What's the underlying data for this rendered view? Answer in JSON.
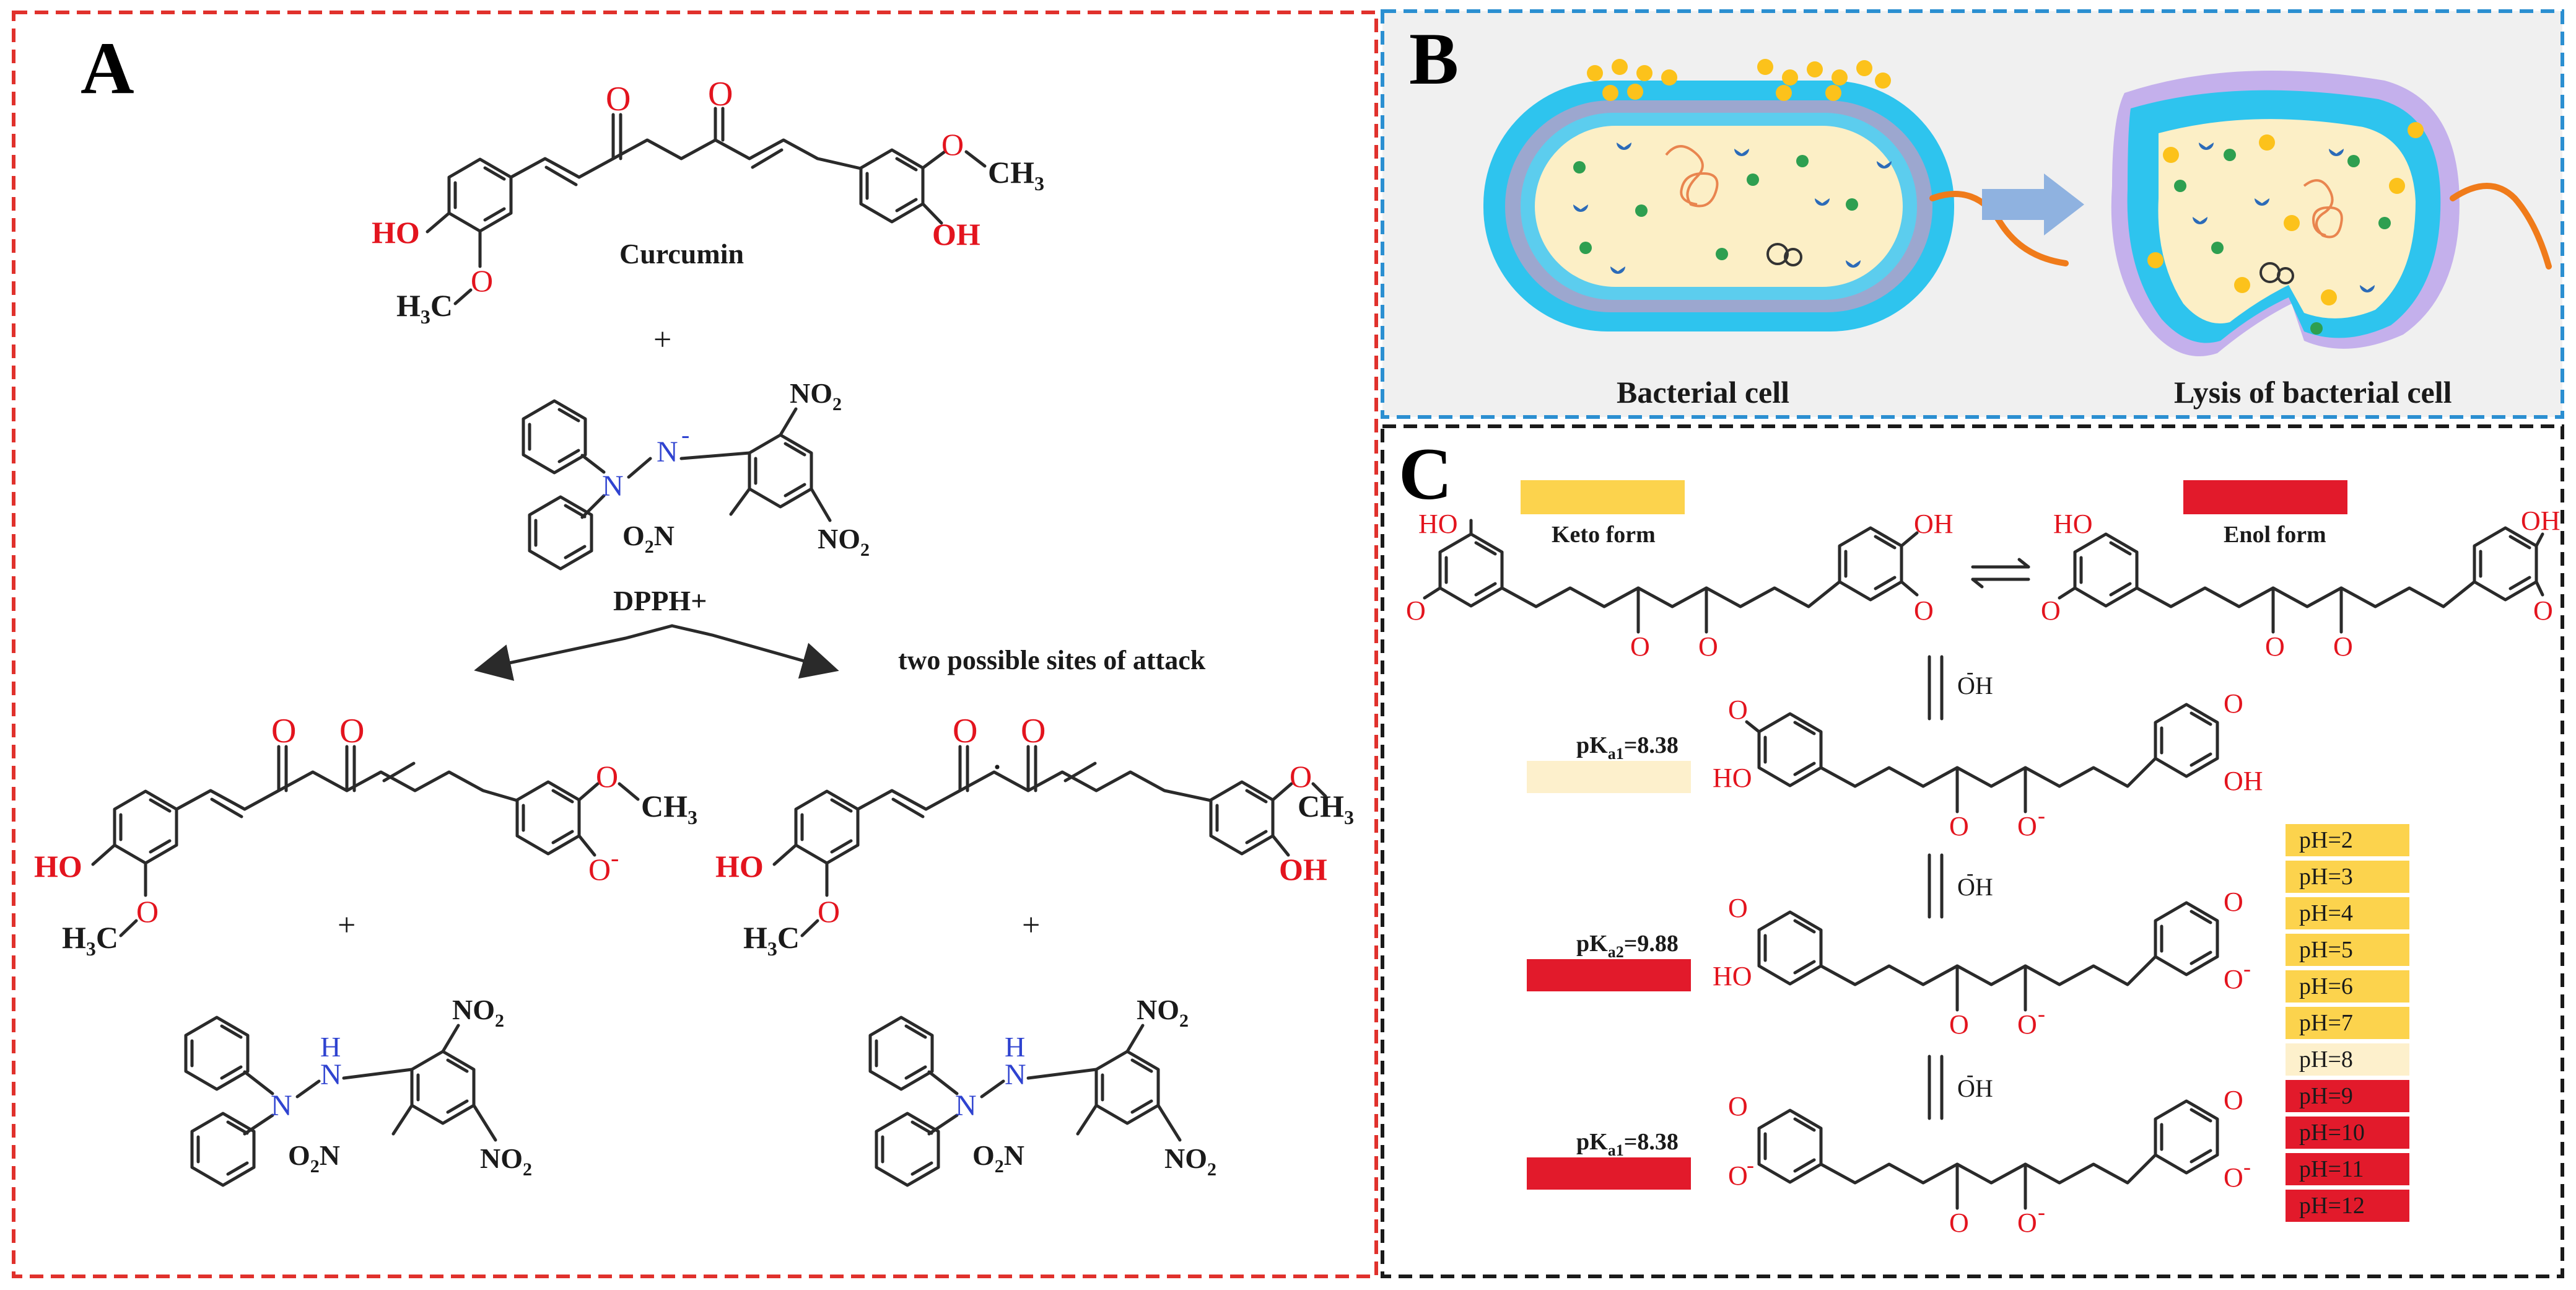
{
  "panel_a": {
    "letter": "A",
    "curcumin": {
      "name": "Curcumin",
      "carbonyl_1": "O",
      "carbonyl_2": "O",
      "hydroxyl_left": "HO",
      "hydroxyl_right": "OH",
      "methoxy_left_h": "H",
      "methoxy_left_sub": "3",
      "methoxy_left_c": "C",
      "methoxy_left_o": "O",
      "methoxy_right_o": "O",
      "methoxy_right_ch": "CH",
      "methoxy_right_sub": "3"
    },
    "plus_1": "+",
    "dpph": {
      "name": "DPPH+",
      "n1": "N",
      "n2": "N",
      "n2_charge": "-",
      "no2_top": "NO",
      "no2_top_sub": "2",
      "no2_left_o": "O",
      "no2_left_sub": "2",
      "no2_left_n": "N",
      "no2_right": "NO",
      "no2_right_sub": "2"
    },
    "attack_label": "two possible sites of attack",
    "product_left": {
      "carbonyl_1": "O",
      "carbonyl_2": "O",
      "hydroxyl": "HO",
      "phenoxide": "O",
      "phenoxide_charge": "-",
      "methoxy_left_h": "H",
      "methoxy_left_sub": "3",
      "methoxy_left_c": "C",
      "methoxy_left_o": "O",
      "methoxy_right_o": "O",
      "methoxy_right_ch": "CH",
      "methoxy_right_sub": "3"
    },
    "product_right": {
      "carbonyl_1": "O",
      "carbonyl_2": "O",
      "radical_dot": "·",
      "hydroxyl_left": "HO",
      "hydroxyl_right": "OH",
      "methoxy_left_h": "H",
      "methoxy_left_sub": "3",
      "methoxy_left_c": "C",
      "methoxy_left_o": "O",
      "methoxy_right_o": "O",
      "methoxy_right_ch": "CH",
      "methoxy_right_sub": "3"
    },
    "plus_2": "+",
    "plus_3": "+",
    "dpph_h": {
      "n1": "N",
      "nh_h": "H",
      "nh_n": "N",
      "no2_top": "NO",
      "no2_top_sub": "2",
      "no2_left_o": "O",
      "no2_left_sub": "2",
      "no2_left_n": "N",
      "no2_right": "NO",
      "no2_right_sub": "2"
    }
  },
  "panel_b": {
    "letter": "B",
    "label_left": "Bacterial cell",
    "label_right": "Lysis of bacterial cell"
  },
  "panel_c": {
    "letter": "C",
    "keto_label": "Keto form",
    "enol_label": "Enol form",
    "oh_1": "OH",
    "oh_2": "OH",
    "oh_3": "OH",
    "pka_1_pre": "pK",
    "pka_1_sub": "a1",
    "pka_1_val": "=8.38",
    "pka_2_pre": "pK",
    "pka_2_sub": "a2",
    "pka_2_val": "=9.88",
    "pka_3_pre": "pK",
    "pka_3_sub": "a1",
    "pka_3_val": "=8.38",
    "o": "O",
    "ho": "HO",
    "oh": "OH",
    "minus": "-",
    "ph_scale": [
      {
        "label": "pH=2",
        "color": "#fcd34d"
      },
      {
        "label": "pH=3",
        "color": "#fcd34d"
      },
      {
        "label": "pH=4",
        "color": "#fcd34d"
      },
      {
        "label": "pH=5",
        "color": "#fcd34d"
      },
      {
        "label": "pH=6",
        "color": "#fcd34d"
      },
      {
        "label": "pH=7",
        "color": "#fcd34d"
      },
      {
        "label": "pH=8",
        "color": "#fdf0cc"
      },
      {
        "label": "pH=9",
        "color": "#e21a2b"
      },
      {
        "label": "pH=10",
        "color": "#e21a2b"
      },
      {
        "label": "pH=11",
        "color": "#e21a2b"
      },
      {
        "label": "pH=12",
        "color": "#e21a2b"
      }
    ]
  },
  "colors": {
    "panel_a_border": "#e0312c",
    "panel_b_border": "#2b8fd1",
    "panel_c_border": "#1a1a1a",
    "oxygen": "#e3141e",
    "nitrogen": "#2f43d0",
    "keto_swatch": "#fcd34d",
    "enol_swatch": "#e21a2b",
    "pale_swatch": "#fdf0cc",
    "membrane_outer": "#2ec4ee",
    "membrane_inner": "#9ca7cf",
    "cytoplasm": "#fcefc6",
    "flagellum": "#f07b1a",
    "arrow": "#8fb2e0"
  }
}
